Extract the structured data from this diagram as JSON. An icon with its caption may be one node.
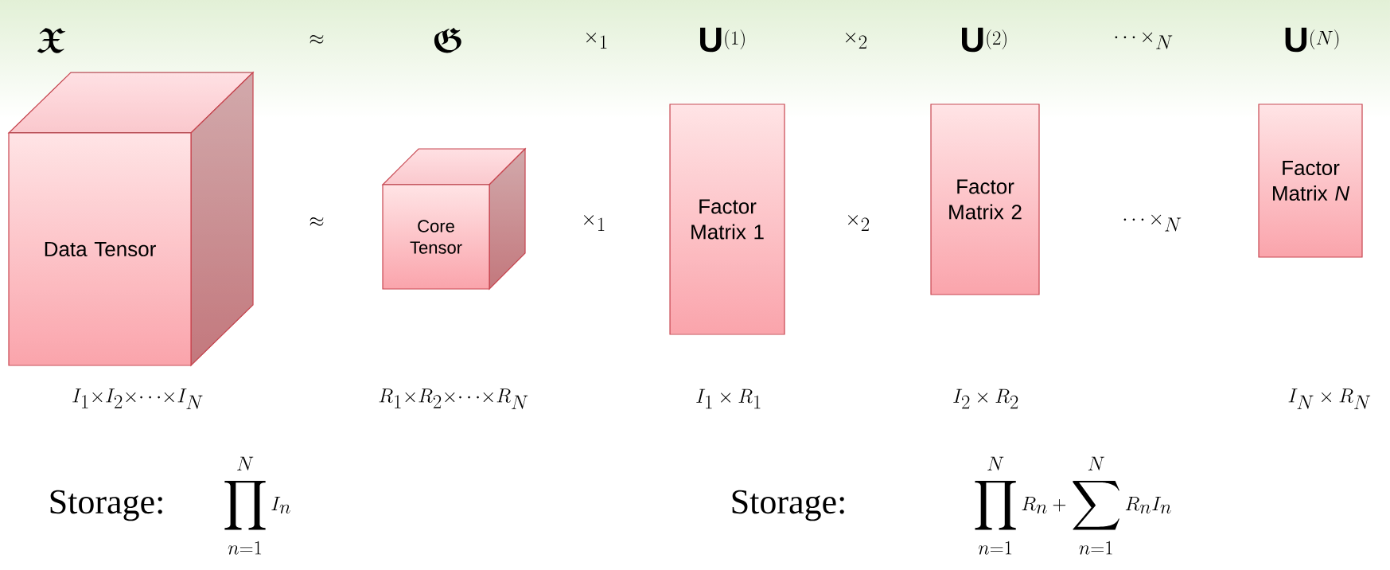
{
  "diagram": {
    "nodes": [
      {
        "text": [
          "Data Tensor"
        ]
      },
      {
        "text": [
          "Core Tensor"
        ]
      },
      {
        "text": [
          "Factor Matrix 1"
        ]
      },
      {
        "text": [
          "Factor Matrix 2"
        ]
      },
      {
        "text": [
          "Factor Matrix *N*"
        ]
      }
    ],
    "labels": [
      "\\boldsymbol{\\mathfrak{X}}",
      "\\approx",
      "\\boldsymbol{\\mathfrak{G}}",
      "\\times_1",
      "\\mathbf{U}^{(1)}",
      "\\times_2",
      "\\mathbf{U}^{(2)}",
      "\\cdots\\times_N",
      "\\mathbf{U}^{(N)}",
      "\\approx",
      "\\times_1",
      "\\times_2",
      "\\cdots\\times_N",
      "I_1{\\times}I_2{\\times}{\\cdots}{\\times}I_N",
      "R_1{\\times}R_2{\\times}{\\cdots}{\\times}R_N",
      "I_1 \\times R_1",
      "I_2 \\times R_2",
      "I_N \\times R_N",
      "Storage:",
      "\\prod_{n=1}^{N} I_n",
      "Storage:",
      "\\prod_{n=1}^{N} R_n + \\sum_{n=1}^{N} R_n I_n"
    ]
  }
}
